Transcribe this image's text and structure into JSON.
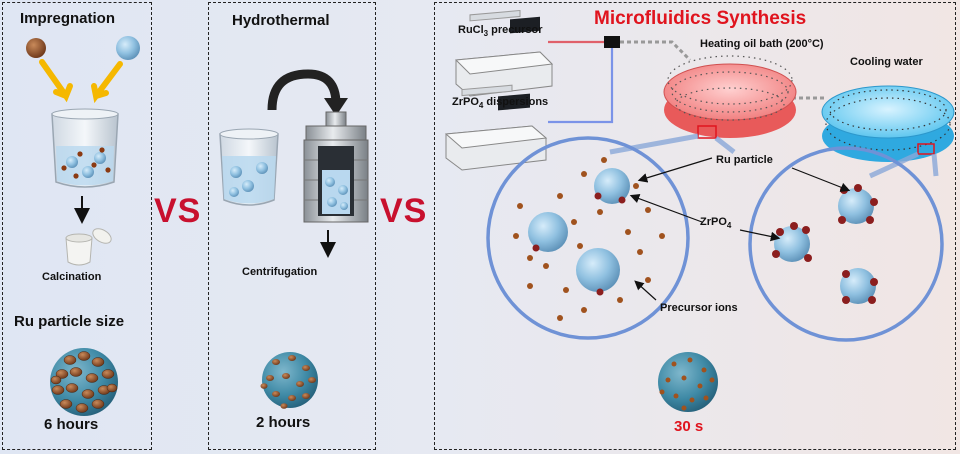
{
  "impregnation": {
    "title": "Impregnation",
    "step_label": "Calcination",
    "size_heading": "Ru particle size",
    "time": "6 hours"
  },
  "hydrothermal": {
    "title": "Hydrothermal",
    "step_label": "Centrifugation",
    "time": "2 hours"
  },
  "vs_label": "VS",
  "microfluidics": {
    "title": "Microfluidics Synthesis",
    "precursor_label": "RuCl",
    "precursor_sub": "3",
    "precursor_suffix": " precursor",
    "dispersion_label": "ZrPO",
    "dispersion_sub": "4",
    "dispersion_suffix": " dispersions",
    "oil_bath_label": "Heating oil bath (200°C)",
    "cooling_label": "Cooling water",
    "ru_particle_label": "Ru particle",
    "support_label": "ZrPO",
    "support_sub": "4",
    "ions_label": "Precursor ions",
    "time": "30 s"
  },
  "colors": {
    "vs": "#c8102e",
    "title_red": "#e0141e",
    "support_blue": "#8fc0e0",
    "ru_dark": "#8b1e1e",
    "ion_brown": "#a0521e"
  }
}
